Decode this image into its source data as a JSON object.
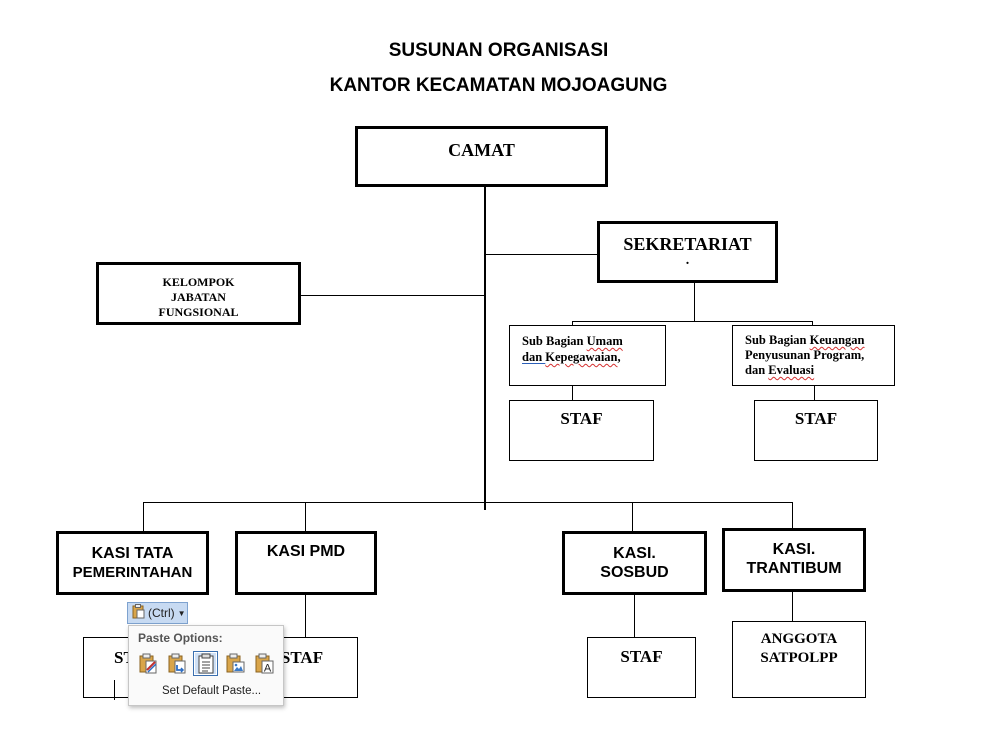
{
  "title": {
    "line1": "SUSUNAN ORGANISASI",
    "line2": "KANTOR KECAMATAN MOJOAGUNG"
  },
  "nodes": {
    "camat": "CAMAT",
    "sekretariat": "SEKRETARIAT",
    "sekretariat_dot": ".",
    "kelompok": [
      "KELOMPOK",
      "JABATAN",
      "FUNGSIONAL"
    ],
    "sub_umum": {
      "line1_a": "Sub Bagian ",
      "line1_b": "Umam",
      "line2_a": "dan  ",
      "line2_b": "Kepegawaian",
      "line2_c": ","
    },
    "sub_keuangan": {
      "line1_a": "Sub Bagian ",
      "line1_b": "Keuangan",
      "line2": "Penyusunan Program,",
      "line3_a": "dan ",
      "line3_b": "Evaluasi"
    },
    "staf_umum": "STAF",
    "staf_keuangan": "STAF",
    "kasi_tata": [
      "KASI TATA",
      "PEMERINTAHAN"
    ],
    "kasi_pmd": "KASI PMD",
    "kasi_sosbud": [
      "KASI.",
      "SOSBUD"
    ],
    "kasi_trantibum": [
      "KASI.",
      "TRANTIBUM"
    ],
    "staf_tata": "STAF",
    "staf_pmd": "STAF",
    "staf_sosbud": "STAF",
    "anggota": [
      "ANGGOTA",
      "SATPOLPP"
    ]
  },
  "paste": {
    "tag_label": "(Ctrl)",
    "title": "Paste Options:",
    "default_label": "Set Default Paste...",
    "icons": [
      "paste-keep-source-icon",
      "paste-merge-icon",
      "paste-keep-text-icon",
      "paste-picture-icon",
      "paste-text-only-icon"
    ]
  }
}
